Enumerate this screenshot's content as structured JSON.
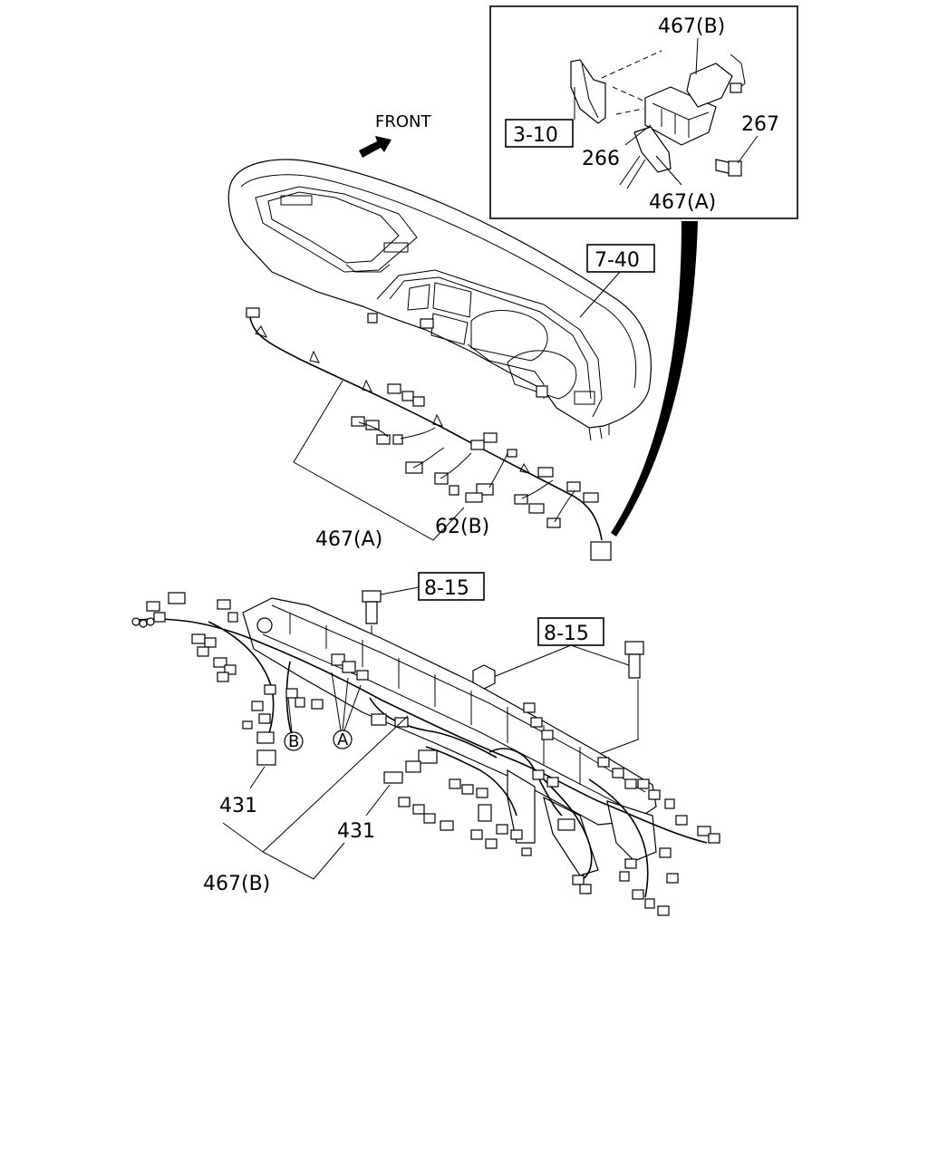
{
  "labels": {
    "front": "FRONT",
    "inset_467b": "467(B)",
    "inset_ref_3_10": "3-10",
    "inset_267": "267",
    "inset_266": "266",
    "inset_467a": "467(A)",
    "ref_7_40": "7-40",
    "harness_467a": "467(A)",
    "part_62b": "62(B)",
    "ref_8_15_upper": "8-15",
    "ref_8_15_lower": "8-15",
    "marker_b": "B",
    "marker_a": "A",
    "part_431_left": "431",
    "part_431_center": "431",
    "harness_467b": "467(B)"
  }
}
